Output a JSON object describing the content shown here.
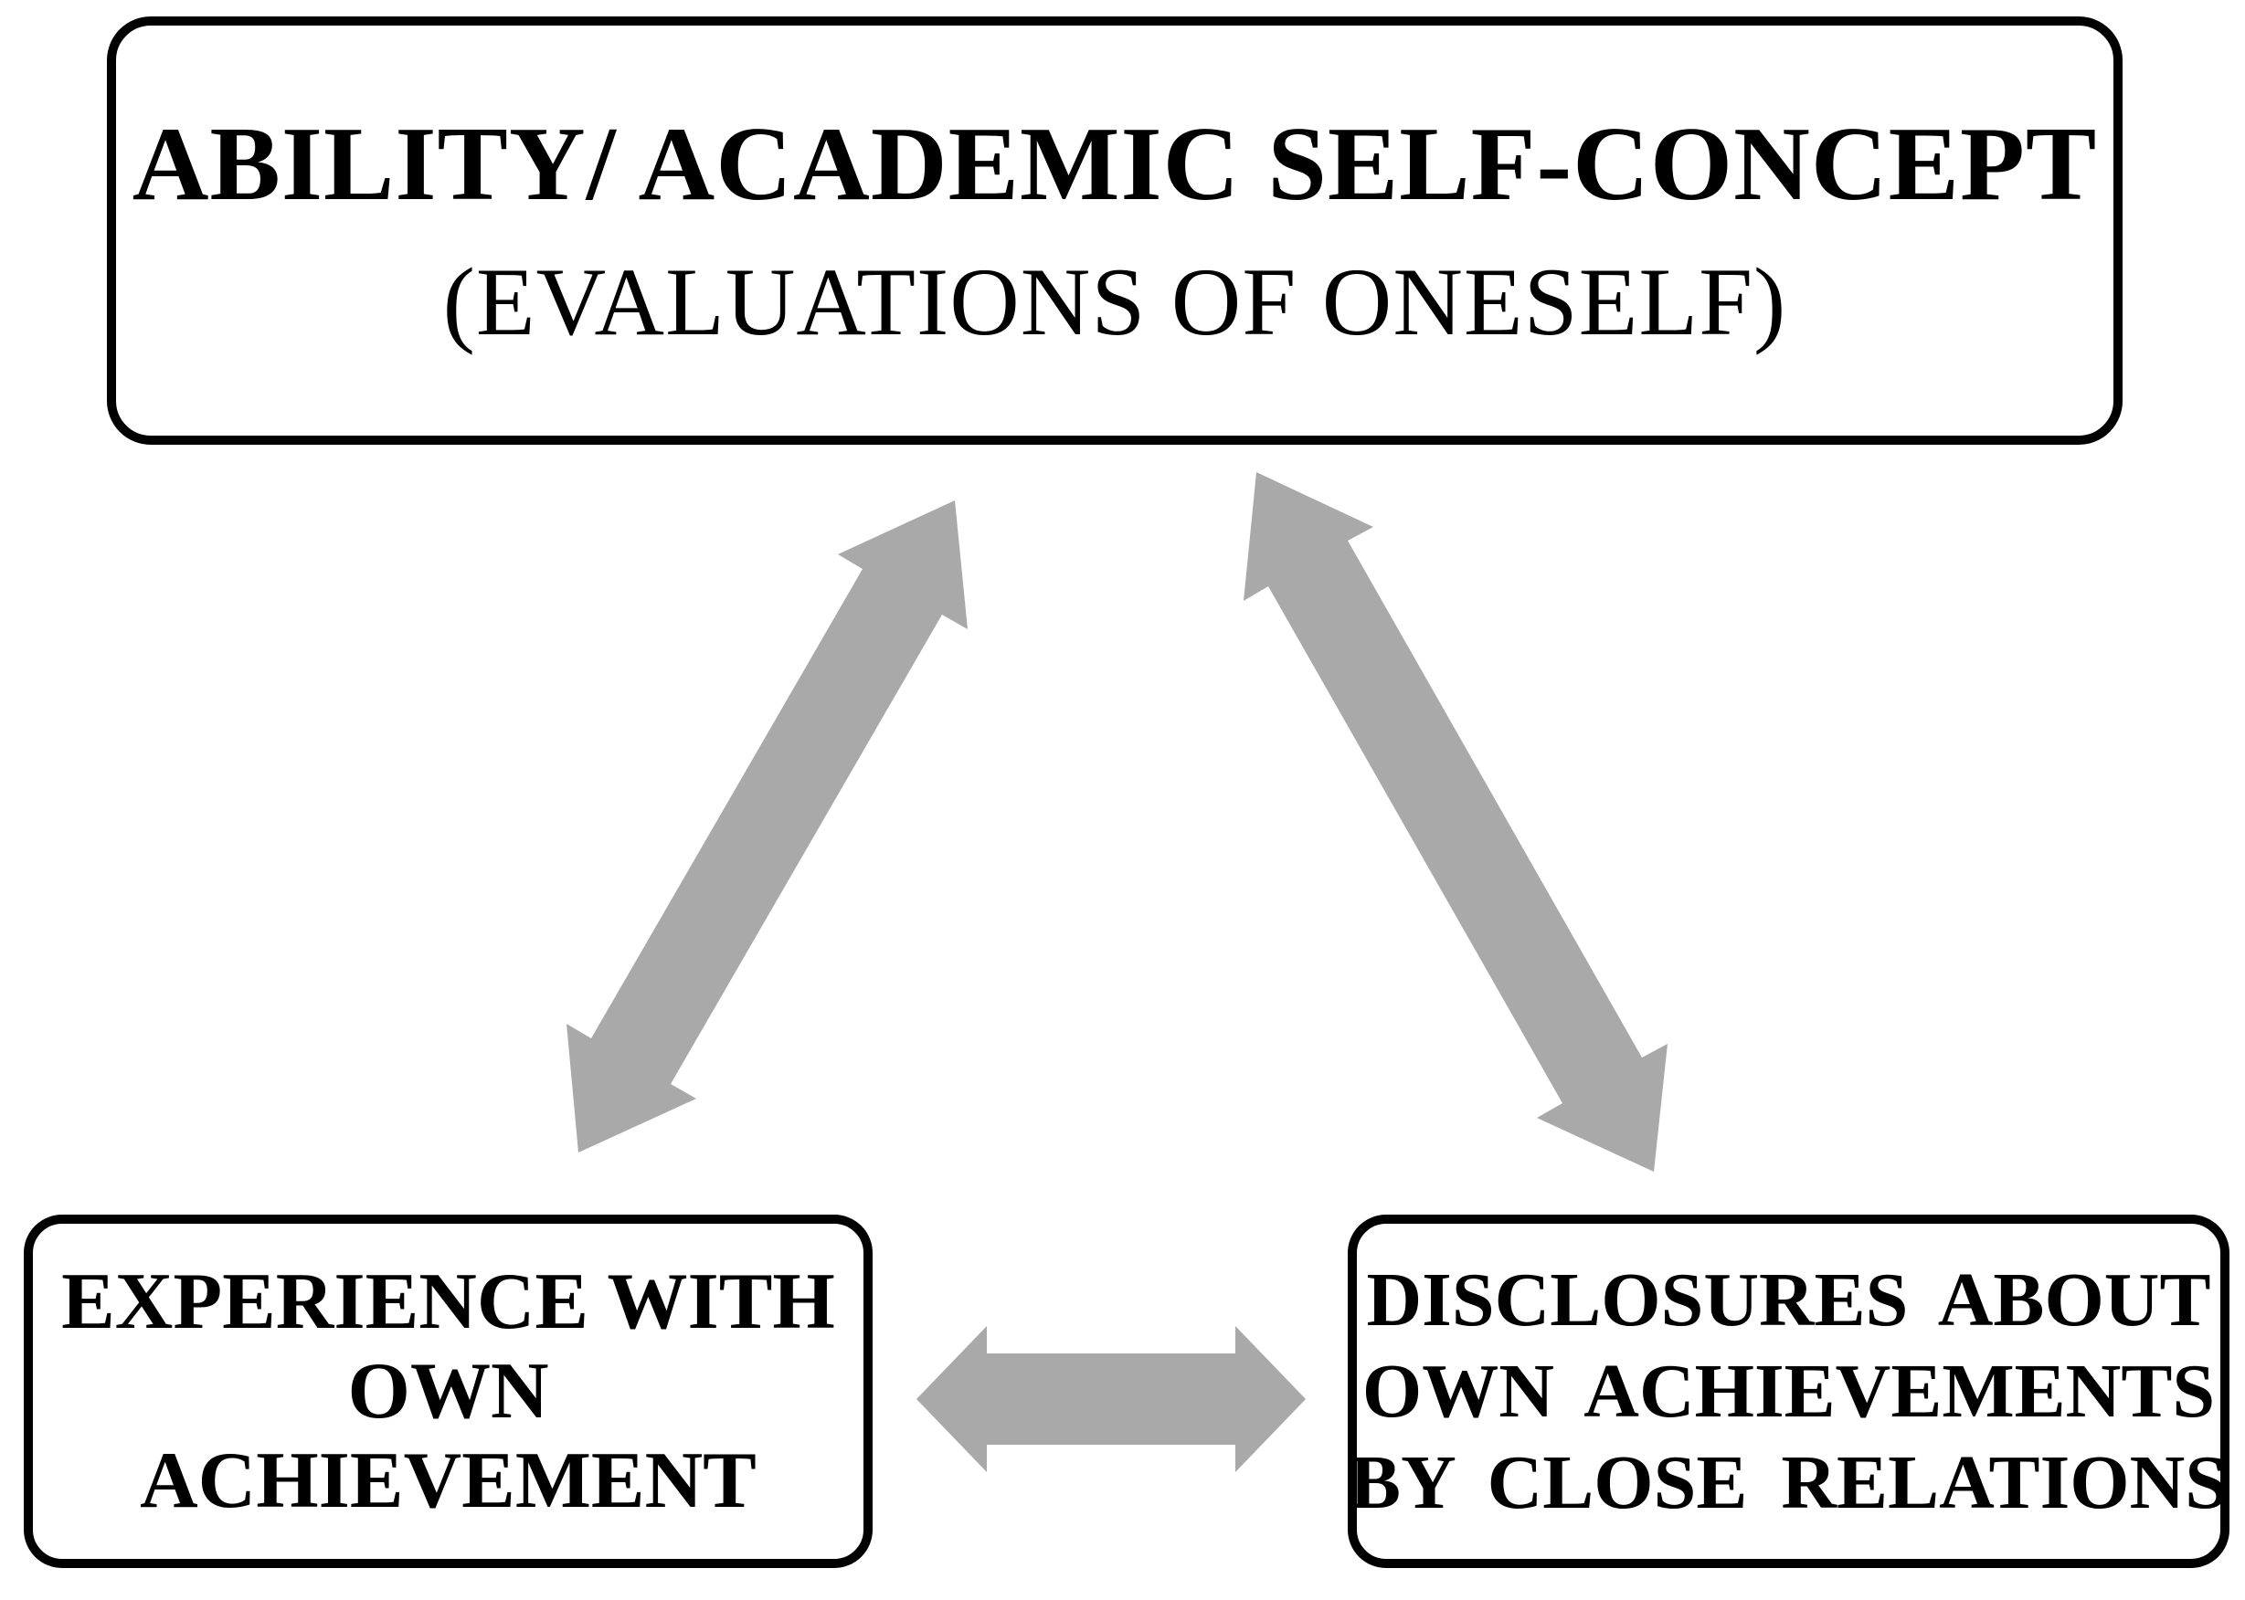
{
  "colors": {
    "background": "#ffffff",
    "arrow": "#a9a9a9",
    "box_border": "#000000",
    "text": "#000000"
  },
  "boxes": {
    "top": {
      "line1": "ABILITY/ ACADEMIC SELF-CONCEPT",
      "line2": "(EVALUATIONS OF ONESELF)"
    },
    "bottom_left": {
      "lines": [
        "EXPERIENCE WITH",
        "OWN",
        "ACHIEVEMENT"
      ]
    },
    "bottom_right": {
      "lines": [
        "DISCLOSURES ABOUT",
        "OWN ACHIEVEMENTS",
        "BY CLOSE RELATIONS"
      ]
    }
  },
  "arrows": [
    {
      "from": "ability-academic-self-concept",
      "to": "experience-with-own-achievement",
      "bidirectional": true
    },
    {
      "from": "ability-academic-self-concept",
      "to": "disclosures-about-own-achievements-by-close-relations",
      "bidirectional": true
    },
    {
      "from": "experience-with-own-achievement",
      "to": "disclosures-about-own-achievements-by-close-relations",
      "bidirectional": true
    }
  ]
}
